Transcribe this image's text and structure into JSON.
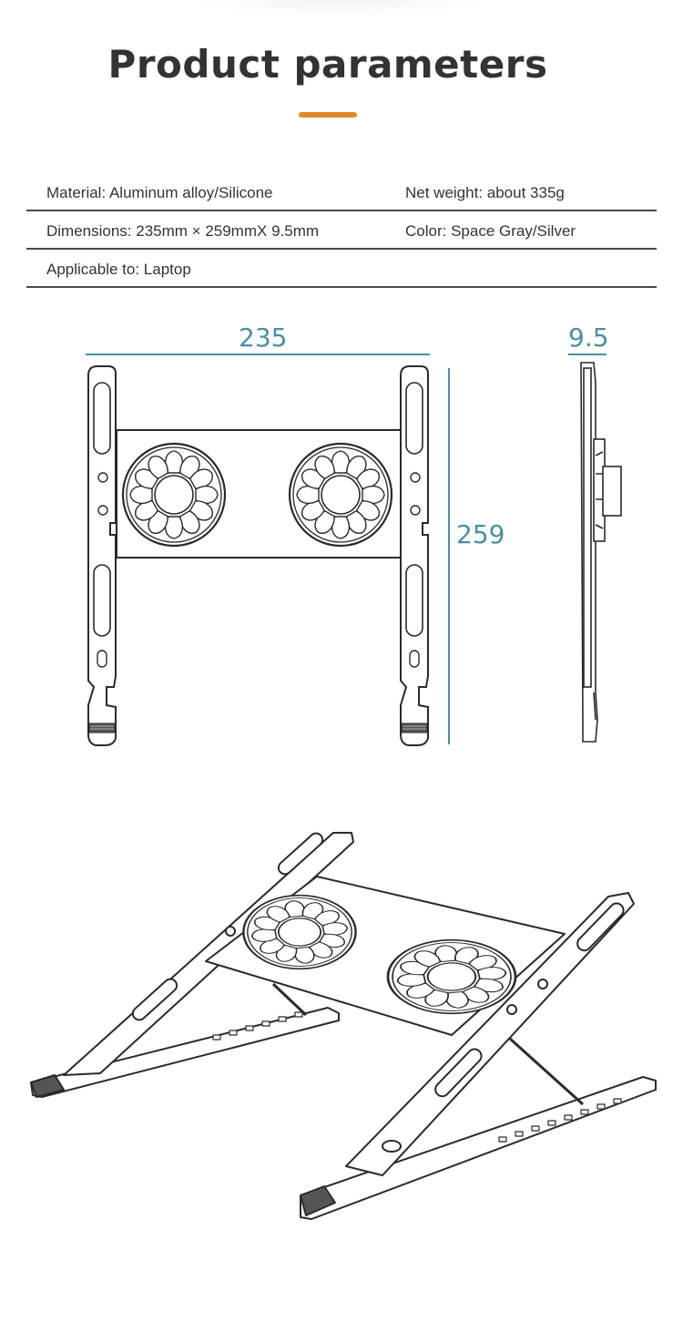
{
  "page": {
    "title": "Product parameters",
    "accent_color": "#e08a2b",
    "dimension_color": "#4a8fa3"
  },
  "specs": {
    "rows": [
      {
        "left": "Material: Aluminum alloy/Silicone",
        "right": "Net weight: about 335g"
      },
      {
        "left": "Dimensions: 235mm × 259mmX 9.5mm",
        "right": "Color: Space Gray/Silver"
      },
      {
        "left": "Applicable to: Laptop",
        "right": ""
      }
    ]
  },
  "drawing": {
    "width_label": "235",
    "height_label": "259",
    "thickness_label": "9.5"
  }
}
